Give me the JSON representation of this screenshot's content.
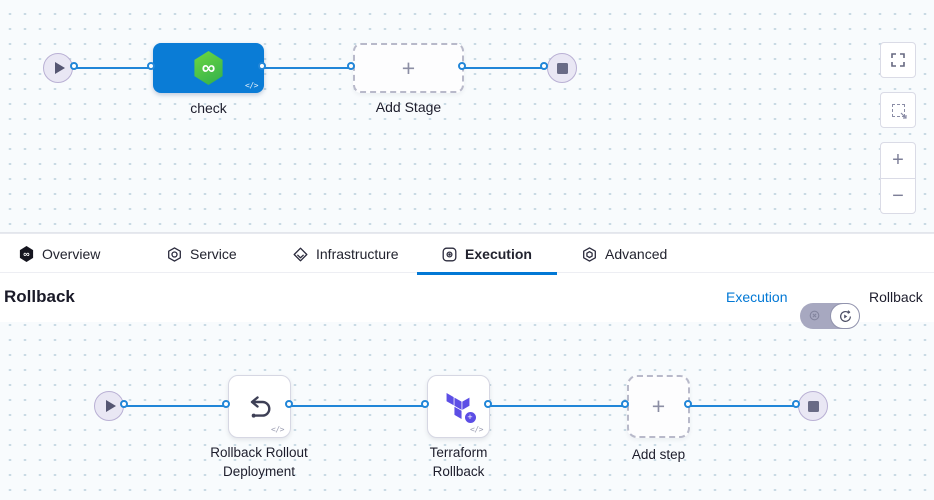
{
  "icons": {
    "plus": "+",
    "minus": "−",
    "code": "</>",
    "infinity": "∞"
  },
  "pipeline_top": {
    "stage_label": "check",
    "add_stage_label": "Add Stage"
  },
  "tabs": [
    {
      "label": "Overview",
      "active": false
    },
    {
      "label": "Service",
      "active": false
    },
    {
      "label": "Infrastructure",
      "active": false
    },
    {
      "label": "Execution",
      "active": true
    },
    {
      "label": "Advanced",
      "active": false
    }
  ],
  "rollback_section": {
    "title": "Rollback",
    "execution_link": "Execution",
    "rollback_label": "Rollback"
  },
  "pipeline_bottom": {
    "steps": [
      {
        "label": "Rollback Rollout Deployment"
      },
      {
        "label": "Terraform Rollback"
      }
    ],
    "add_step_label": "Add step"
  },
  "colors": {
    "accent_blue": "#0278d5",
    "edge_blue": "#2186d8",
    "stage_blue": "#0a7cd6",
    "harness_green": "#4cc33f",
    "terraform_purple": "#5c4ee5",
    "canvas_bg": "#f8fbfd"
  }
}
